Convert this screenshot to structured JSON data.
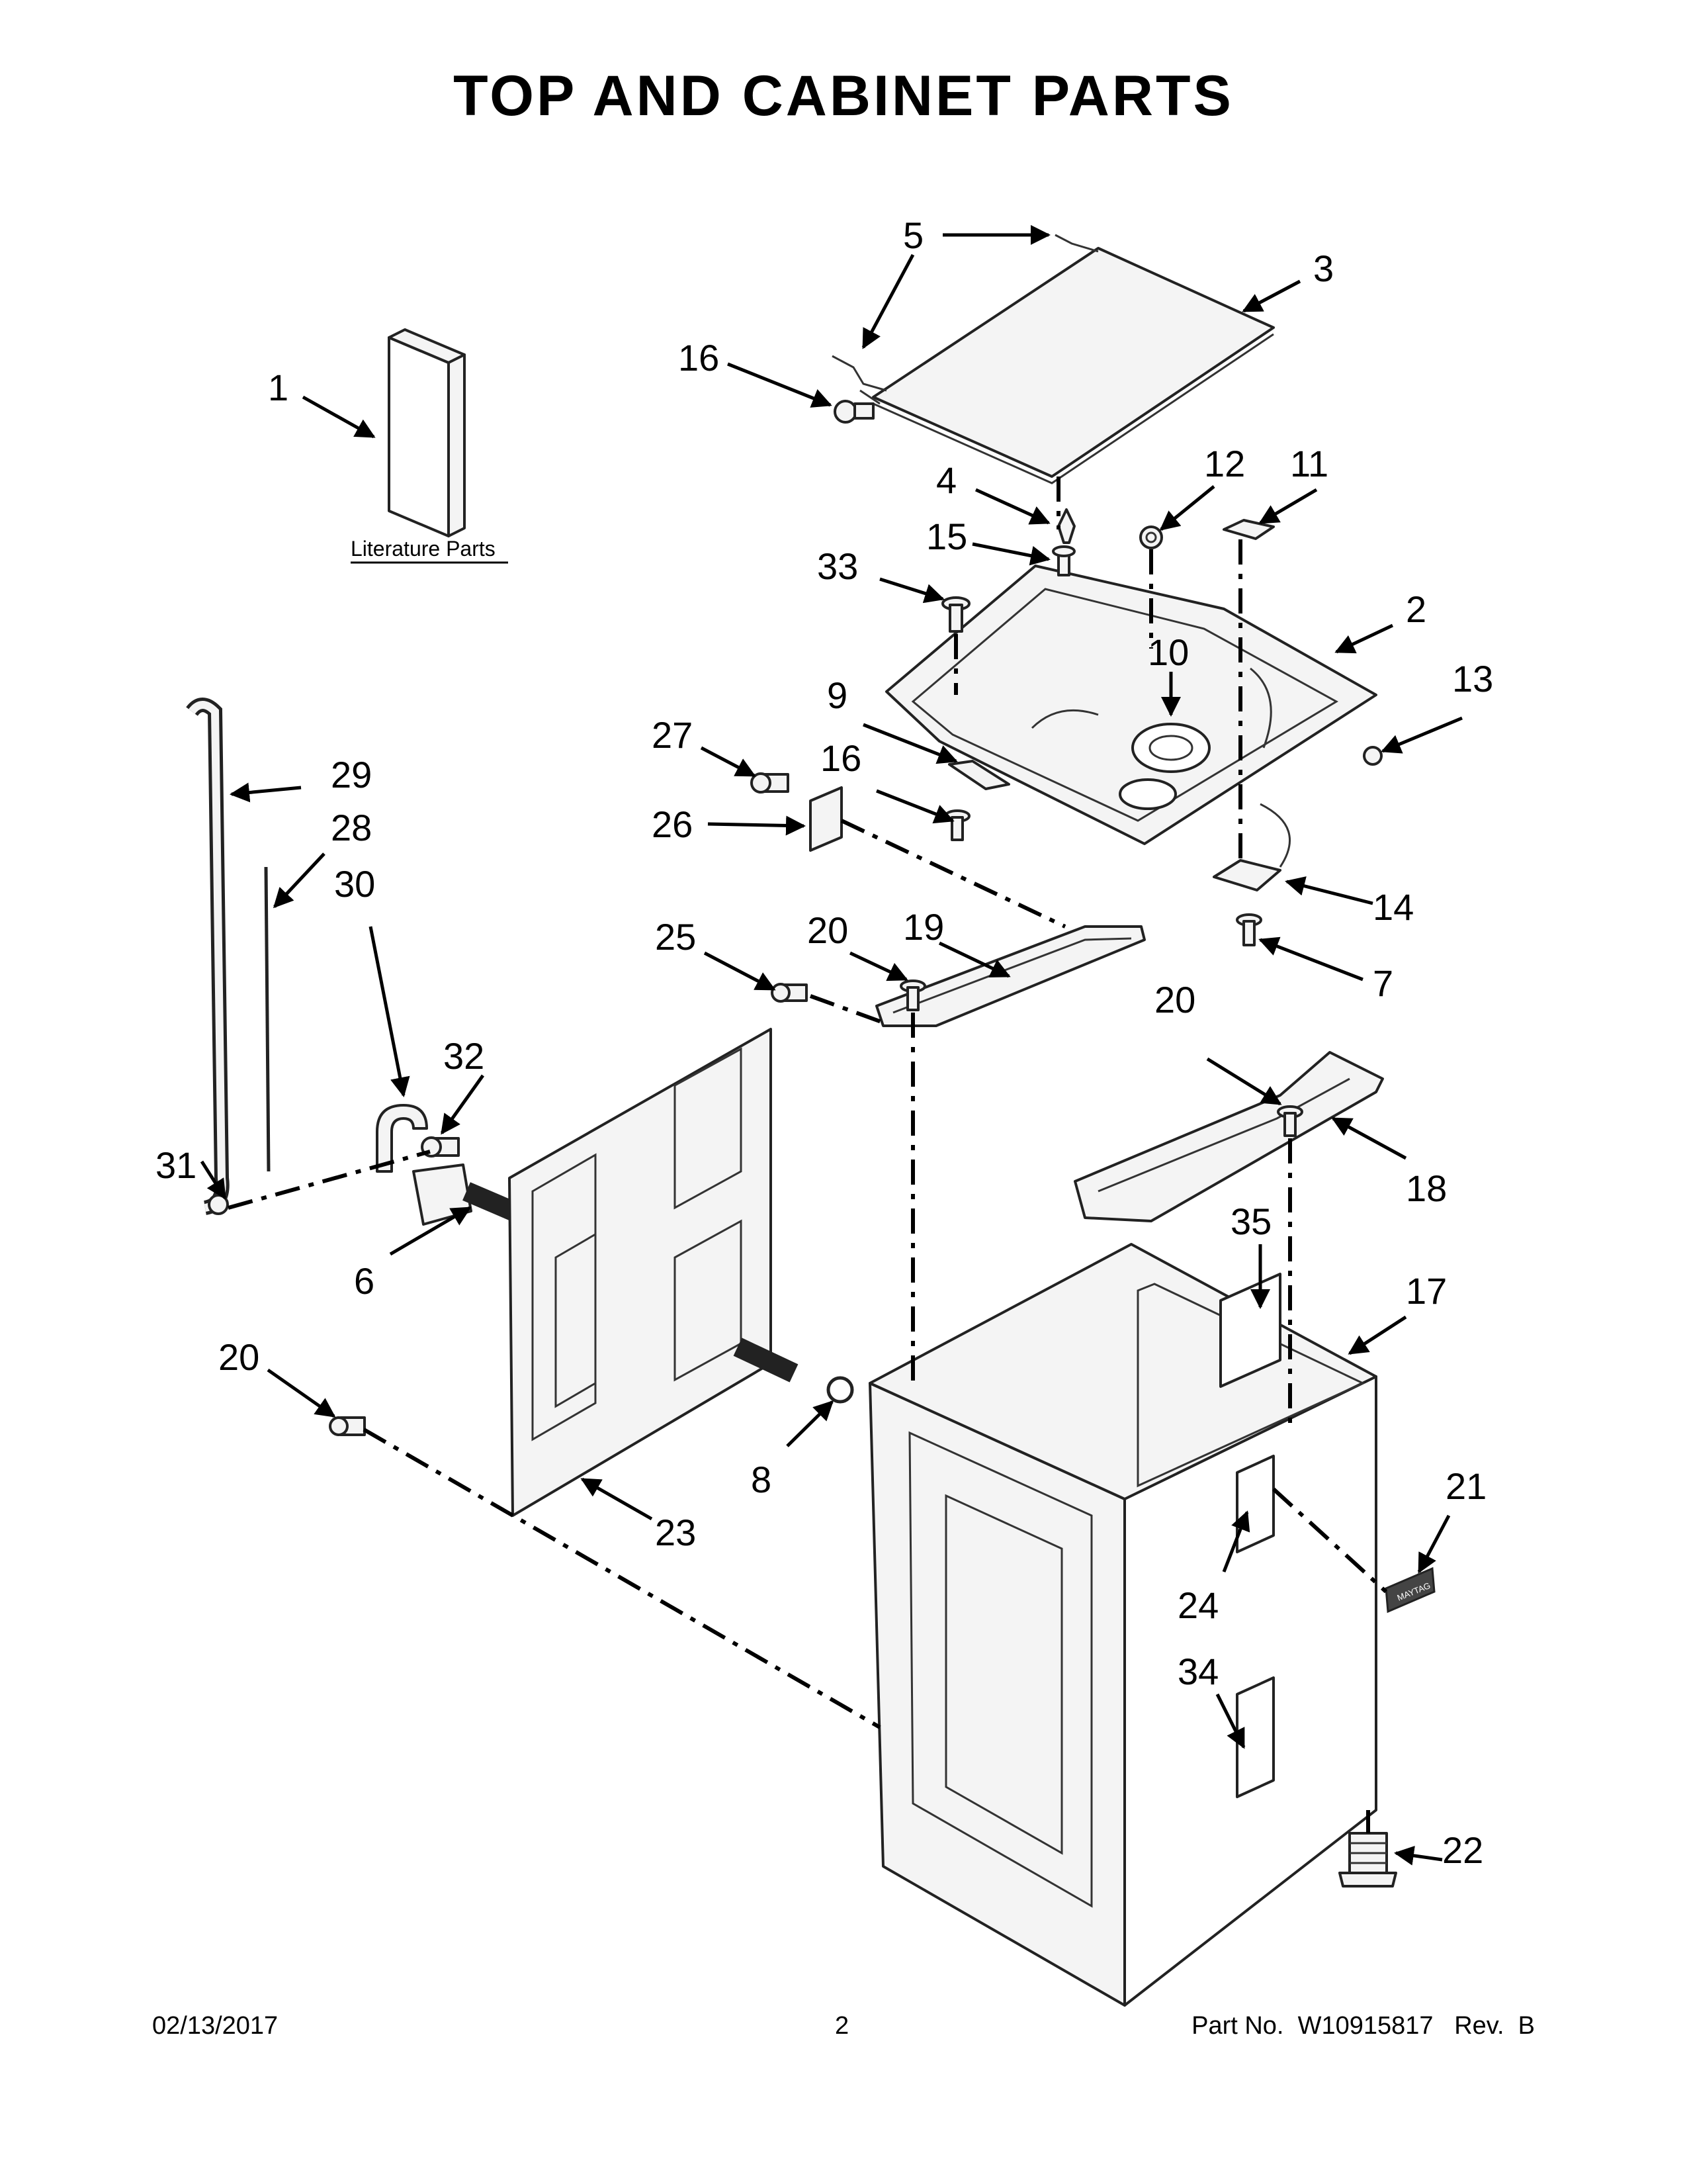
{
  "title": "TOP AND CABINET PARTS",
  "literature_label": "Literature Parts",
  "callouts": {
    "c1": "1",
    "c2": "2",
    "c3": "3",
    "c4": "4",
    "c5": "5",
    "c6": "6",
    "c7": "7",
    "c8": "8",
    "c9": "9",
    "c10": "10",
    "c11": "11",
    "c12": "12",
    "c13": "13",
    "c14": "14",
    "c15": "15",
    "c16a": "16",
    "c16b": "16",
    "c17": "17",
    "c18": "18",
    "c19": "19",
    "c20a": "20",
    "c20b": "20",
    "c20c": "20",
    "c21": "21",
    "c22": "22",
    "c23": "23",
    "c24": "24",
    "c25": "25",
    "c26": "26",
    "c27": "27",
    "c28": "28",
    "c29": "29",
    "c30": "30",
    "c31": "31",
    "c32": "32",
    "c33": "33",
    "c34": "34",
    "c35": "35"
  },
  "footer": {
    "date": "02/13/2017",
    "page": "2",
    "part": "Part No.  W10915817   Rev.  B"
  },
  "badge_text": "MAYTAG"
}
